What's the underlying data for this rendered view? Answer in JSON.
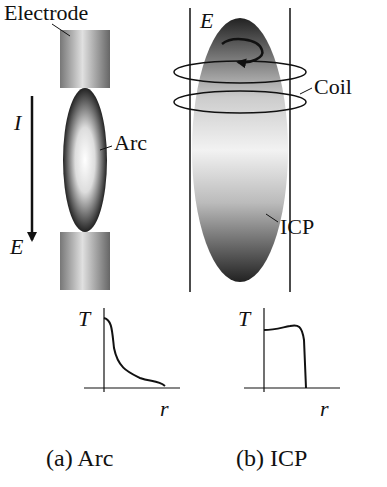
{
  "diagram": {
    "labels": [
      "Electrode",
      "I",
      "E",
      "Arc",
      "E",
      "Coil",
      "ICP",
      "T",
      "r",
      "T",
      "r",
      "(a) Arc",
      "(b) ICP"
    ]
  }
}
